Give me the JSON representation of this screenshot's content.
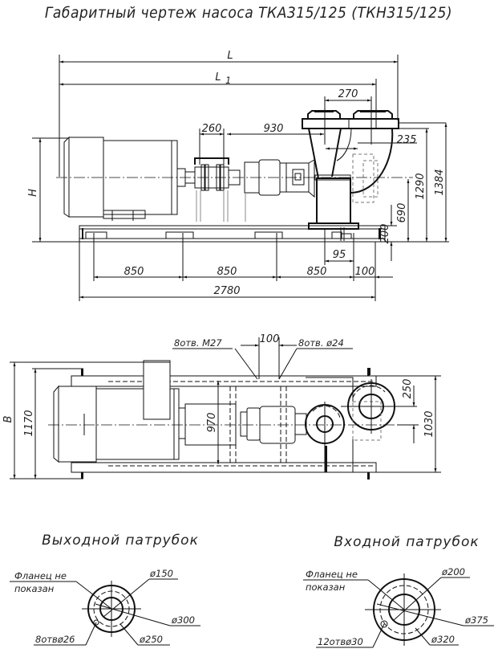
{
  "title": "Габаритный чертеж насоса  ТКА315/125 (ТКН315/125)",
  "side_view": {
    "dims": {
      "L": "L",
      "L1_main": "L",
      "L1_sub": "1",
      "d270": "270",
      "d260": "260",
      "d930": "930",
      "d235": "235",
      "H": "H",
      "d1290": "1290",
      "d1384": "1384",
      "d690": "690",
      "d200": "200",
      "d95": "95",
      "d850_1": "850",
      "d850_2": "850",
      "d850_3": "850",
      "d100": "100",
      "d2780": "2780"
    }
  },
  "plan_view": {
    "dims": {
      "B": "B",
      "d1170": "1170",
      "d970": "970",
      "d100": "100",
      "d250": "250",
      "d1030": "1030"
    },
    "callouts": {
      "holes_left": "8отв. М27",
      "holes_right": "8отв. ø24"
    }
  },
  "outlet": {
    "title": "Выходной патрубок",
    "note_line1": "Фланец не",
    "note_line2": "показан",
    "d_inner": "ø150",
    "d_outer": "ø300",
    "d_bolt_circle": "ø250",
    "holes": "8отвø26"
  },
  "inlet": {
    "title": "Входной патрубок",
    "note_line1": "Фланец не",
    "note_line2": "показан",
    "d_inner": "ø200",
    "d_outer": "ø375",
    "d_bolt_circle": "ø320",
    "holes": "12отвø30"
  }
}
